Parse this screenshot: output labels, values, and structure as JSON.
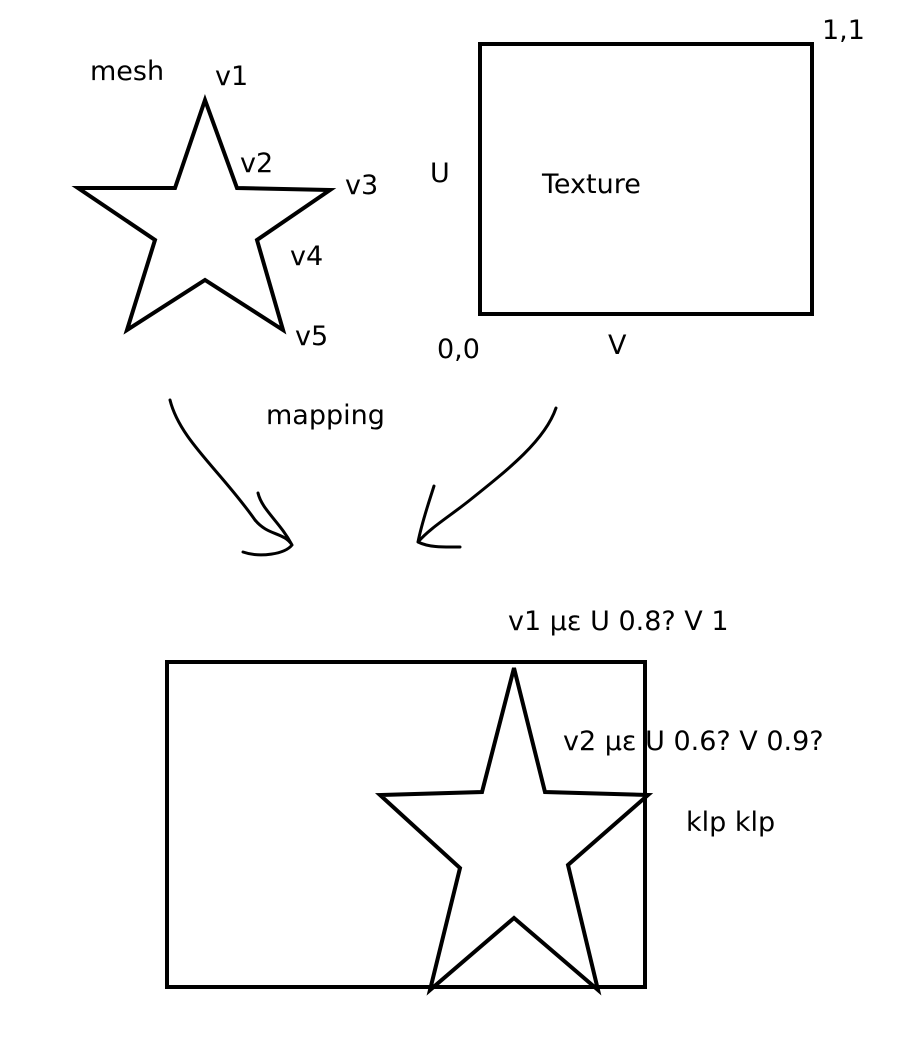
{
  "diagram": {
    "mesh_label": "mesh",
    "vertex_labels": [
      "v1",
      "v2",
      "v3",
      "v4",
      "v5"
    ],
    "texture_label": "Texture",
    "u_axis_label": "U",
    "v_axis_label": "V",
    "origin_label": "0,0",
    "corner_label": "1,1",
    "mapping_label": "mapping",
    "result_annotations": [
      "v1 με U 0.8? V 1",
      "v2 με U 0.6? V 0.9?",
      "klp klp"
    ]
  },
  "colors": {
    "stroke": "#000000",
    "background": "#ffffff"
  }
}
